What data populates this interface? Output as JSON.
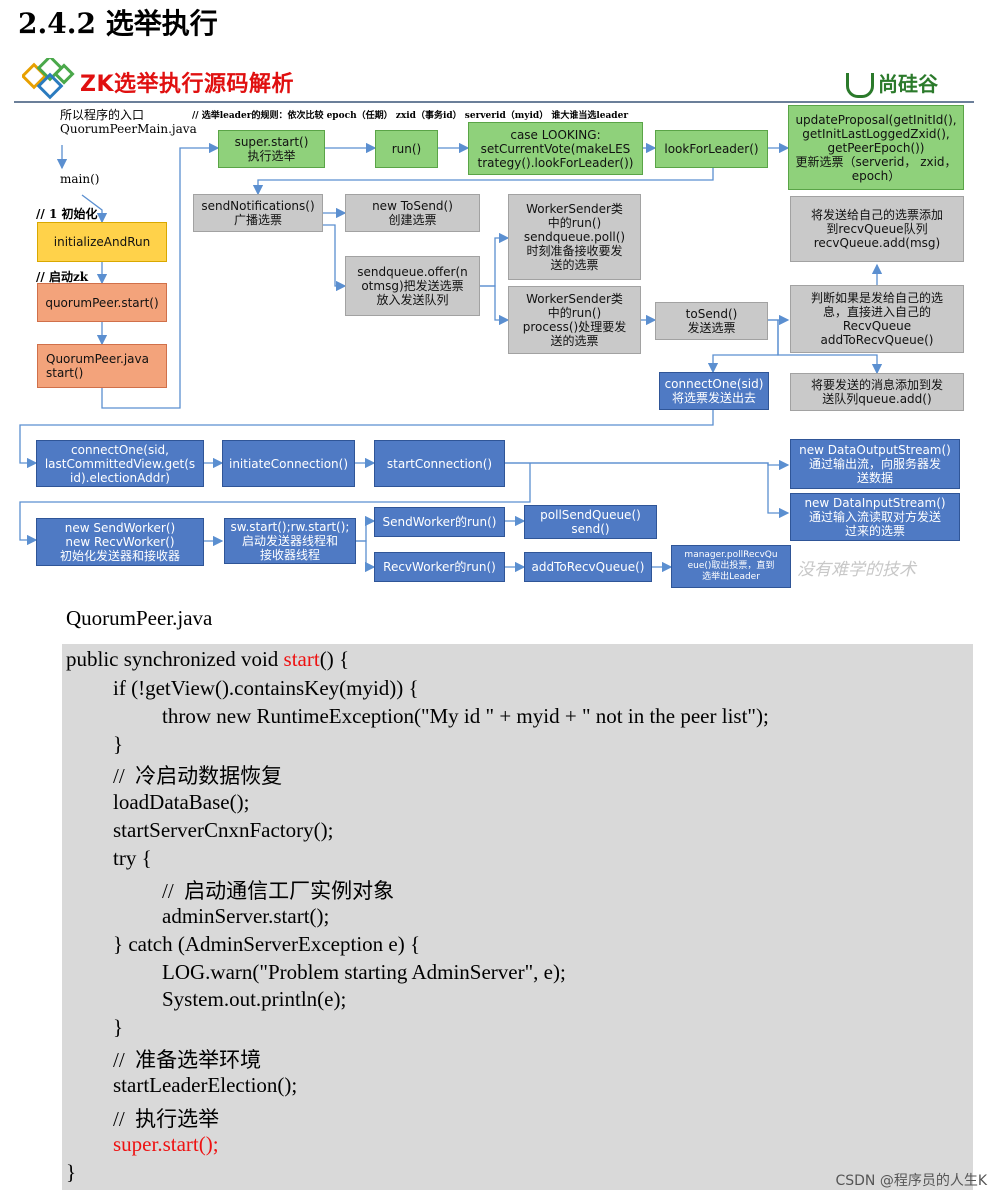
{
  "heading": "2.4.2 选举执行",
  "slide_title": "ZK选举执行源码解析",
  "brand": "尚硅谷",
  "notes": {
    "entry_line1": "所以程序的入口",
    "entry_line2": "QuorumPeerMain.java",
    "rule": "// 选举leader的规则：依次比较 epoch（任期） zxid（事务id） serverid（myid） 谁大谁当选leader",
    "main": "main()",
    "init": "// 1 初始化",
    "startzk": "// 启动zk",
    "watermark": "没有难学的技术"
  },
  "boxes": {
    "initializeAndRun": "initializeAndRun",
    "quorumPeerStart": "quorumPeer.start()",
    "quorumPeerJava": "QuorumPeer.java\nstart()",
    "superStart": "super.start()\n执行选举",
    "run": "run()",
    "caseLooking": "case LOOKING:\nsetCurrentVote(makeLES\ntrategy().lookForLeader())",
    "lookForLeader": "lookForLeader()",
    "updateProposal": "updateProposal(getInitId(),\ngetInitLastLoggedZxid(),\ngetPeerEpoch())\n更新选票（serverid， zxid，\nepoch）",
    "sendNotifications": "sendNotifications()\n广播选票",
    "newToSend": "new ToSend()\n创建选票",
    "sendqueueOffer": "sendqueue.offer(n\notmsg)把发送选票\n放入发送队列",
    "workerSender1": "WorkerSender类\n中的run()\nsendqueue.poll()\n时刻准备接收要发\n送的选票",
    "workerSender2": "WorkerSender类\n中的run()\nprocess()处理要发\n送的选票",
    "toSend": "toSend()\n发送选票",
    "addSelf": "将发送给自己的选票添加\n到recvQueue队列\nrecvQueue.add(msg)",
    "judgeSelf": "判断如果是发给自己的选\n息，直接进入自己的\nRecvQueue\naddToRecvQueue()",
    "queueAdd": "将要发送的消息添加到发\n送队列queue.add()",
    "connectOneSid": "connectOne(sid)\n将选票发送出去",
    "connectOneFull": "connectOne(sid,\nlastCommittedView.get(s\nid).electionAddr)",
    "initiateConnection": "initiateConnection()",
    "startConnection": "startConnection()",
    "dataOutput": "new DataOutputStream()\n通过输出流，向服务器发\n送数据",
    "dataInput": "new DataInputStream()\n通过输入流读取对方发送\n过来的选票",
    "newSendWorker": "new SendWorker()\nnew RecvWorker()\n初始化发送器和接收器",
    "swStart": "sw.start();rw.start();\n启动发送器线程和\n接收器线程",
    "sendWorkerRun": "SendWorker的run()",
    "pollSendQueue": "pollSendQueue()\nsend()",
    "recvWorkerRun": "RecvWorker的run()",
    "addToRecvQueue": "addToRecvQueue()",
    "pollRecvQueue": "manager.pollRecvQu\neue()取出投票，直到\n选举出Leader"
  },
  "file_label": "QuorumPeer.java",
  "code": {
    "l1a": "public synchronized void ",
    "l1b": "start",
    "l1c": "() {",
    "l2": "if (!getView().containsKey(myid)) {",
    "l3": "throw new RuntimeException(\"My id \" + myid + \" not in the peer list\");",
    "l4": "}",
    "l5": "//  冷启动数据恢复",
    "l6": "loadDataBase();",
    "l7": "startServerCnxnFactory();",
    "l8": "try {",
    "l9": "//  启动通信工厂实例对象",
    "l10": "adminServer.start();",
    "l11": "} catch (AdminServerException e) {",
    "l12": "LOG.warn(\"Problem starting AdminServer\", e);",
    "l13": "System.out.println(e);",
    "l14": "}",
    "l15": "//  准备选举环境",
    "l16": "startLeaderElection();",
    "l17": "//  执行选举",
    "l18": "super.start();",
    "l19": "}"
  },
  "footer": "CSDN @程序员的人生K",
  "colors": {
    "accent_red": "#e01010",
    "brand_green": "#2b7a2b",
    "flow_blue": "#4f7ac4",
    "arrow": "#5b8fd0"
  }
}
